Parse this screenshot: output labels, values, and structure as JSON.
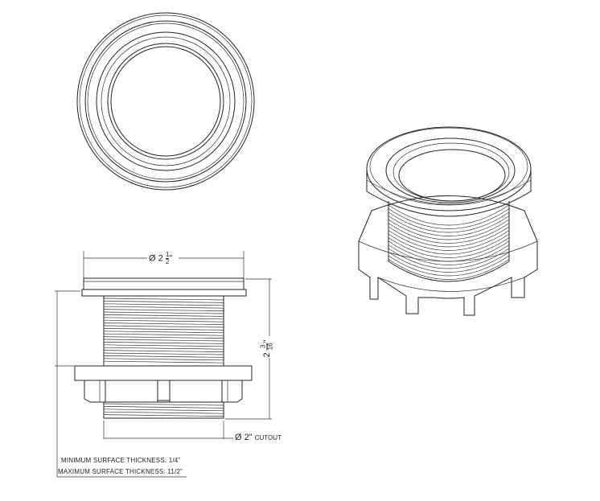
{
  "dimensions": {
    "flange_diameter": {
      "symbol": "Ø",
      "whole": "2",
      "numerator": "1",
      "denominator": "2",
      "unit": "\""
    },
    "height": {
      "whole": "2",
      "numerator": "3",
      "denominator": "16",
      "unit": "\""
    },
    "cutout": {
      "symbol": "Ø",
      "value": "2\"",
      "label": "CUTOUT"
    }
  },
  "notes": {
    "min_thickness": "MINIMUM SURFACE THICKNESS: 1/4\"",
    "max_thickness": "MAXIMUM SURFACE THICKNESS: 11/2\""
  }
}
